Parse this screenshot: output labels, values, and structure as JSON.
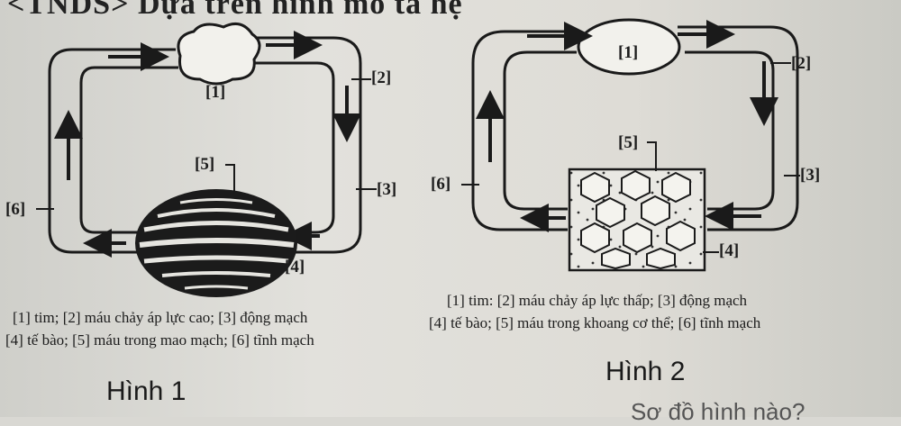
{
  "header": {
    "text": "<TNDS> Dựa trên hình mô tả hệ"
  },
  "figure1": {
    "labels": {
      "l1": "[1]",
      "l2": "[2]",
      "l3": "[3]",
      "l4": "[4]",
      "l5": "[5]",
      "l6": "[6]"
    },
    "legend_line1": "[1] tim; [2] máu chảy áp lực cao;  [3] động mạch",
    "legend_line2": "[4] tế bào; [5] máu trong mao mạch; [6] tĩnh mạch",
    "caption": "Hình 1"
  },
  "figure2": {
    "labels": {
      "l1": "[1]",
      "l2": "[2]",
      "l3": "[3]",
      "l4": "[4]",
      "l5": "[5]",
      "l6": "[6]"
    },
    "legend_line1": "[1] tim: [2] máu chảy áp lực thấp; [3] động mạch",
    "legend_line2": "[4] tế bào; [5] máu trong khoang cơ thể; [6] tĩnh mạch",
    "caption": "Hình 2"
  },
  "footer": {
    "text": "Sơ đồ hình nào?"
  }
}
